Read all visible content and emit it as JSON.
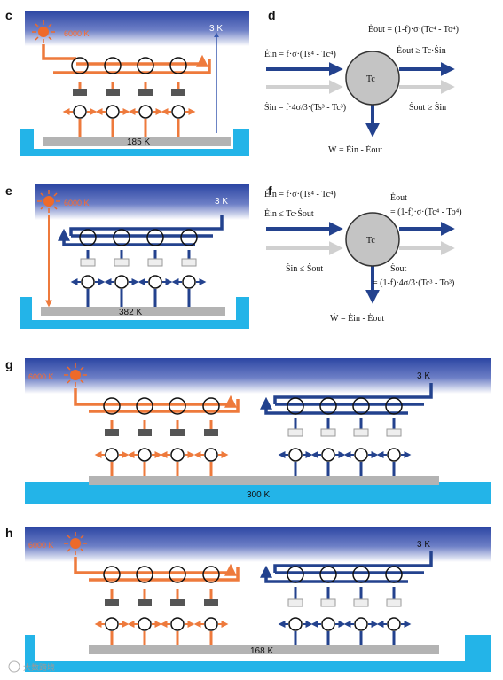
{
  "colors": {
    "hot": "#ee7a3c",
    "cold": "#23428e",
    "sky_top": "#2c46a3",
    "ice": "#23b4e8",
    "plate": "#b3b3b3",
    "orb": "#c4c4c4",
    "sun": "#ee6a2a"
  },
  "panels": {
    "c": {
      "label": "c",
      "sun_temp": "6000 K",
      "space_temp": "3 K",
      "body_temp": "185 K"
    },
    "e": {
      "label": "e",
      "sun_temp": "6000 K",
      "space_temp": "3 K",
      "body_temp": "382 K"
    },
    "g": {
      "label": "g",
      "sun_temp": "6000 K",
      "space_temp": "3 K",
      "body_temp": "300 K"
    },
    "h": {
      "label": "h",
      "sun_temp": "6000 K",
      "space_temp": "3 K",
      "body_temp": "168 K"
    }
  },
  "balance_d": {
    "label": "d",
    "center": "Tc",
    "ein": "Ėin = f·σ·(Ts⁴ - Tc⁴)",
    "eout": "Ėout = (1-f)·σ·(Tc⁴ - To⁴)",
    "eout_cond": "Ėout ≥ Tc·Ṡin",
    "sin": "Ṡin = f·4σ/3·(Ts³ - Tc³)",
    "sout_cond": "Ṡout ≥ Ṡin",
    "work": "Ẇ = Ėin - Ėout"
  },
  "balance_f": {
    "label": "f",
    "center": "Tc",
    "ein": "Ėin = f·σ·(Ts⁴ - Tc⁴)",
    "ein_cond": "Ėin ≤ Tc·Ṡout",
    "eout_1": "Ėout",
    "eout_2": "= (1-f)·σ·(Tc⁴ - To⁴)",
    "sin_cond": "Ṡin ≤ Ṡout",
    "sout_1": "Ṡout",
    "sout_2": "= (1-f)·4σ/3·(Tc³ - To³)",
    "work": "Ẇ = Ėin - Ėout"
  },
  "watermark": "大数跨境"
}
